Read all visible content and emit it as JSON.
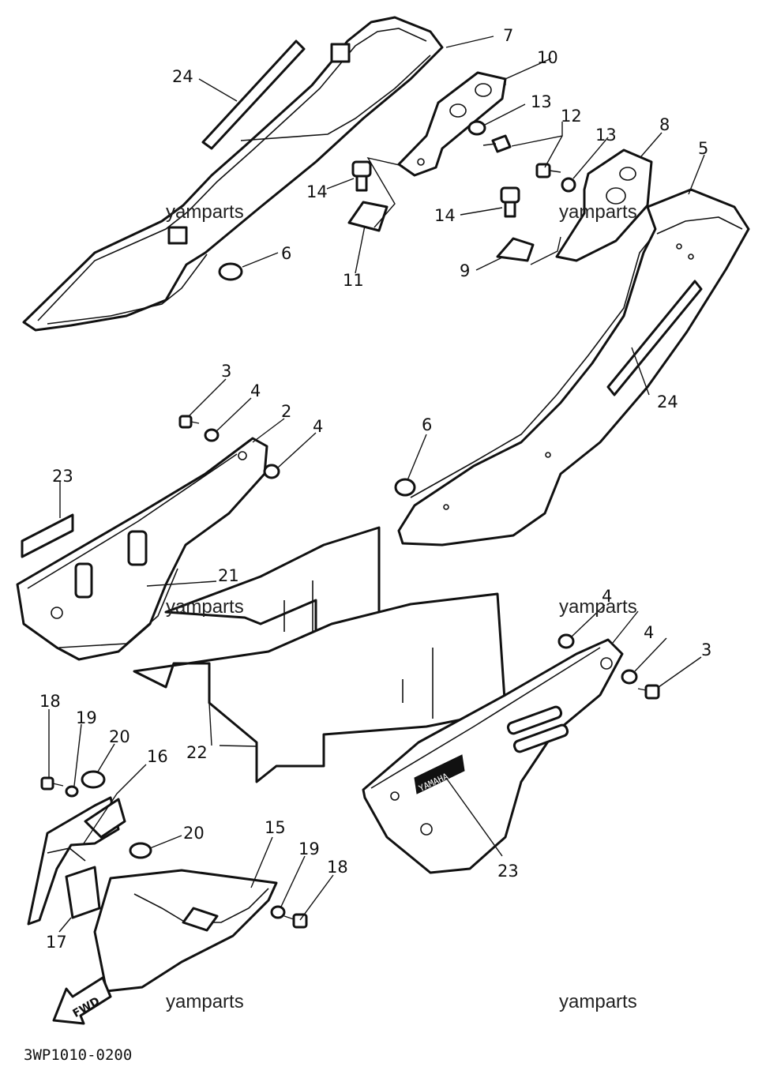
{
  "diagram_code": "3WP1010-0200",
  "watermark": "yamparts",
  "fwd_arrow_label": "FWD",
  "emblem_text": "YAMAHA",
  "callouts": {
    "c1": "24",
    "c2": "7",
    "c3": "10",
    "c4": "13",
    "c5": "12",
    "c6": "13",
    "c7": "8",
    "c8": "5",
    "c9": "14",
    "c10": "14",
    "c11": "6",
    "c12": "11",
    "c13": "9",
    "c14": "24",
    "c15": "3",
    "c16": "4",
    "c17": "2",
    "c18": "4",
    "c19": "6",
    "c20": "23",
    "c21": "21",
    "c22": "4",
    "c23": "4",
    "c24": "3",
    "c25": "18",
    "c26": "19",
    "c27": "20",
    "c28": "16",
    "c29": "22",
    "c30": "20",
    "c31": "15",
    "c32": "19",
    "c33": "18",
    "c34": "17",
    "c35": "23"
  }
}
